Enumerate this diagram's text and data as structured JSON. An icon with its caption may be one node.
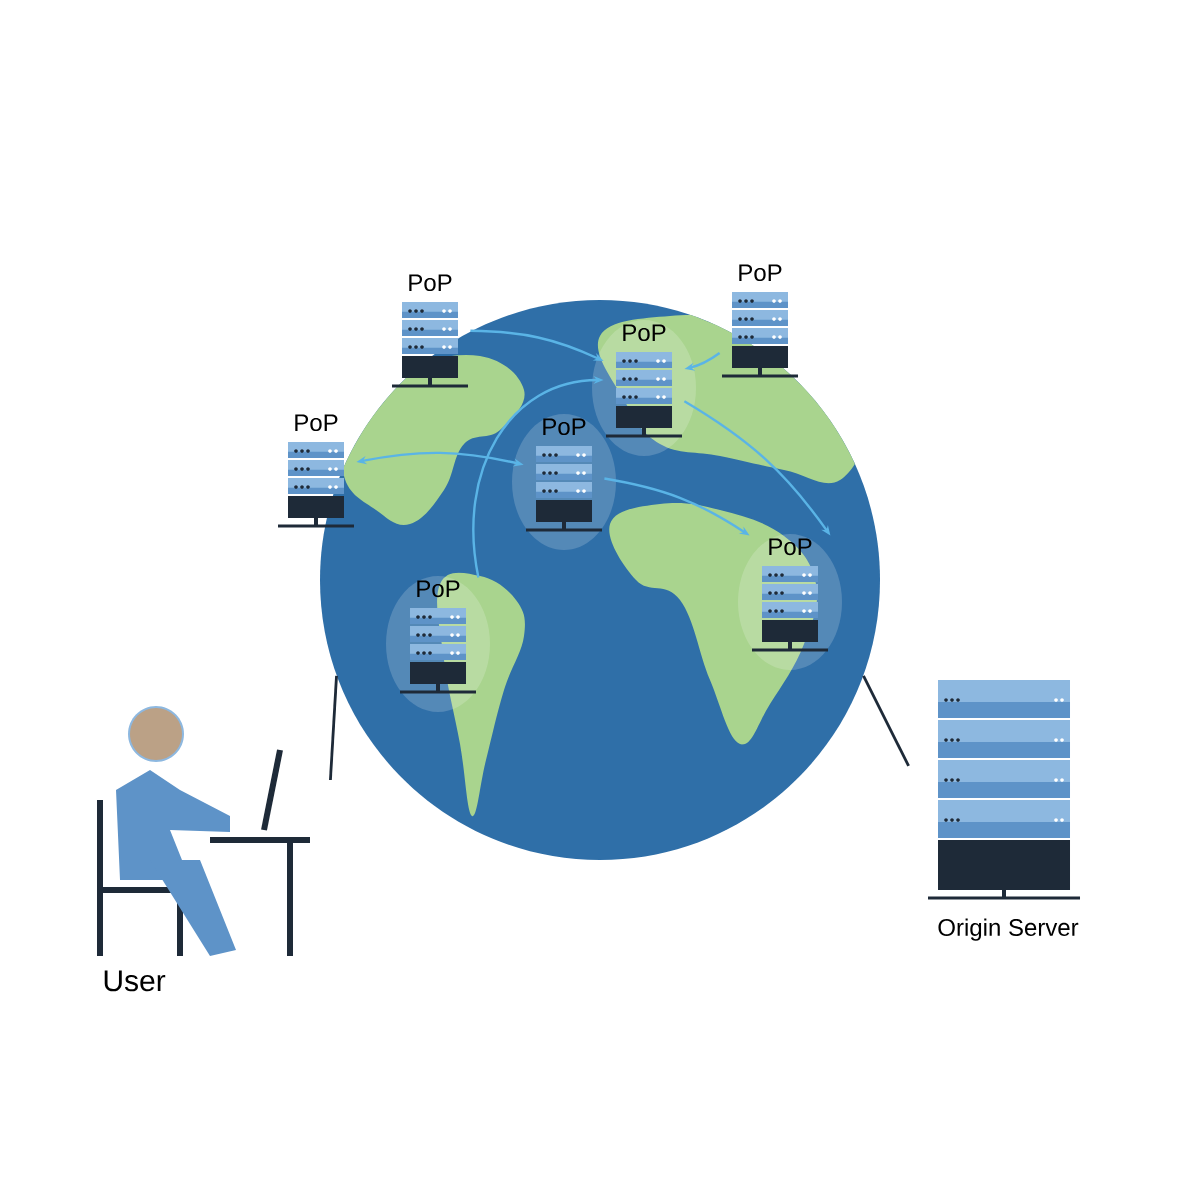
{
  "diagram": {
    "nodes": [
      {
        "text": [],
        "shape": "picture"
      },
      {
        "text": [
          "PoP"
        ]
      },
      {
        "text": [
          "PoP"
        ]
      },
      {
        "text": [
          "PoP"
        ],
        "in": 0
      },
      {
        "text": [
          "PoP"
        ]
      },
      {
        "text": [
          "PoP"
        ],
        "in": 0
      },
      {
        "text": [
          "PoP"
        ],
        "in": 0
      },
      {
        "text": [
          "PoP"
        ],
        "in": 0
      },
      {
        "text": [
          "User"
        ]
      },
      {
        "text": [
          "Origin Server"
        ]
      }
    ],
    "edges": [
      {
        "from": 1,
        "to": 3,
        "arrow": "to"
      },
      {
        "from": 2,
        "to": 3,
        "arrow": "to"
      },
      {
        "from": 4,
        "to": 5,
        "arrow": "both"
      },
      {
        "from": 5,
        "to": 6,
        "arrow": "to"
      },
      {
        "from": 3,
        "to": 6,
        "arrow": "to"
      },
      {
        "from": 7,
        "to": 3,
        "arrow": "to"
      },
      {
        "from": 8,
        "to": 0,
        "arrow": "none",
        "color": "#1e2a38"
      },
      {
        "from": 0,
        "to": 9,
        "arrow": "none",
        "color": "#1e2a38"
      }
    ]
  }
}
